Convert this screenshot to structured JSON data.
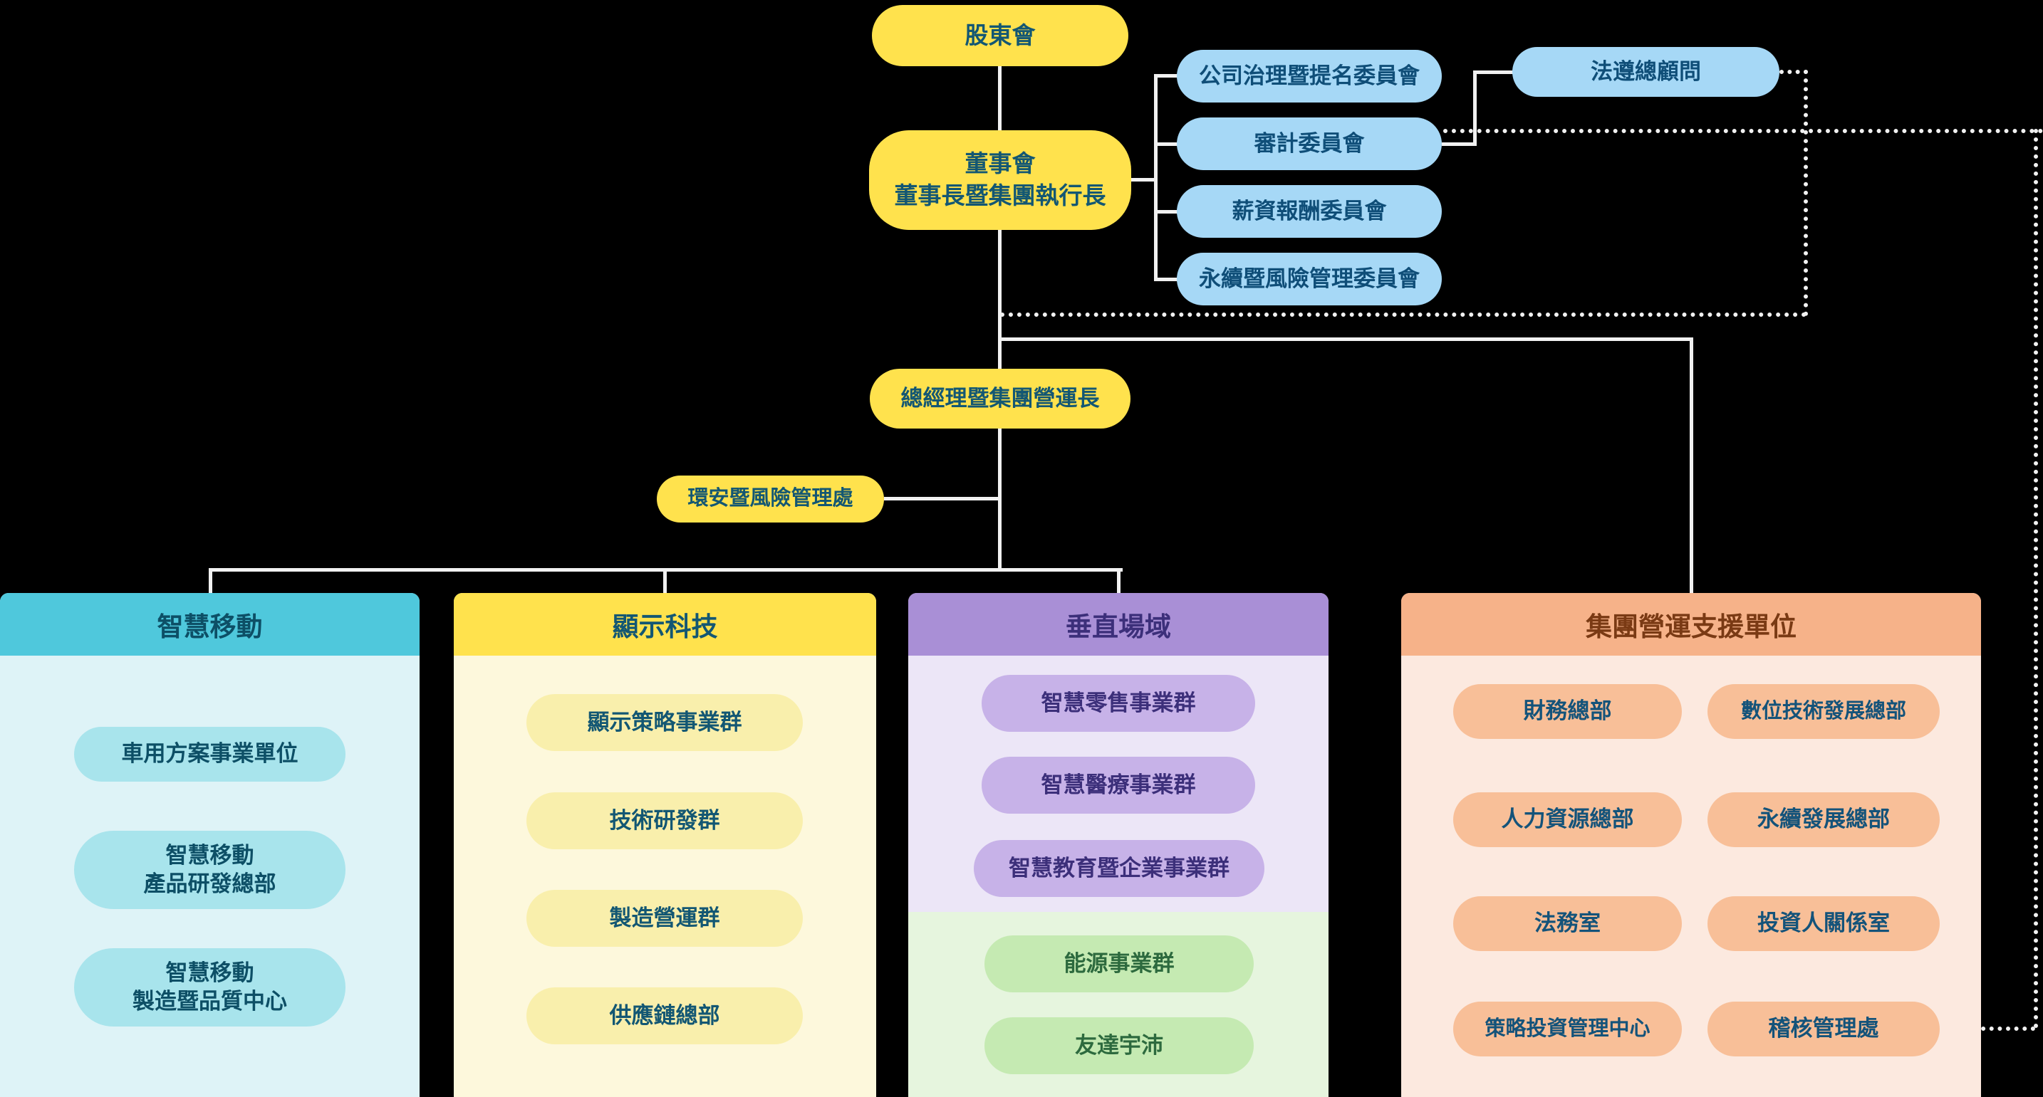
{
  "nodes": {
    "shareholders": "股東會",
    "board": "董事會\n董事長暨集團執行長",
    "committee_governance": "公司治理暨提名委員會",
    "committee_audit": "審計委員會",
    "committee_compensation": "薪資報酬委員會",
    "committee_sustainability_risk": "永續暨風險管理委員會",
    "chief_compliance": "法遵總顧問",
    "president": "總經理暨集團營運長",
    "ehs_risk": "環安暨風險管理處"
  },
  "groups": {
    "mobility": {
      "title": "智慧移動",
      "items": [
        "車用方案事業單位",
        "智慧移動\n產品研發總部",
        "智慧移動\n製造暨品質中心"
      ]
    },
    "display": {
      "title": "顯示科技",
      "items": [
        "顯示策略事業群",
        "技術研發群",
        "製造營運群",
        "供應鏈總部"
      ]
    },
    "vertical": {
      "title": "垂直場域",
      "items": [
        "智慧零售事業群",
        "智慧醫療事業群",
        "智慧教育暨企業事業群"
      ],
      "energy_items": [
        "能源事業群",
        "友達宇沛"
      ]
    },
    "support": {
      "title": "集團營運支援單位",
      "left_items": [
        "財務總部",
        "人力資源總部",
        "法務室",
        "策略投資管理中心"
      ],
      "right_items": [
        "數位技術發展總部",
        "永續發展總部",
        "投資人關係室",
        "稽核管理處"
      ]
    }
  },
  "colors": {
    "background": "#000000",
    "node_yellow": "#FFE24D",
    "node_blue": "#A6D8F6",
    "mobility_header": "#4FC8DC",
    "display_header": "#FFE24D",
    "vertical_header": "#A98FD6",
    "support_header": "#F6B289",
    "energy_item": "#C5EAB2",
    "connector_line": "#F1F1F1",
    "text_navy": "#135773"
  }
}
